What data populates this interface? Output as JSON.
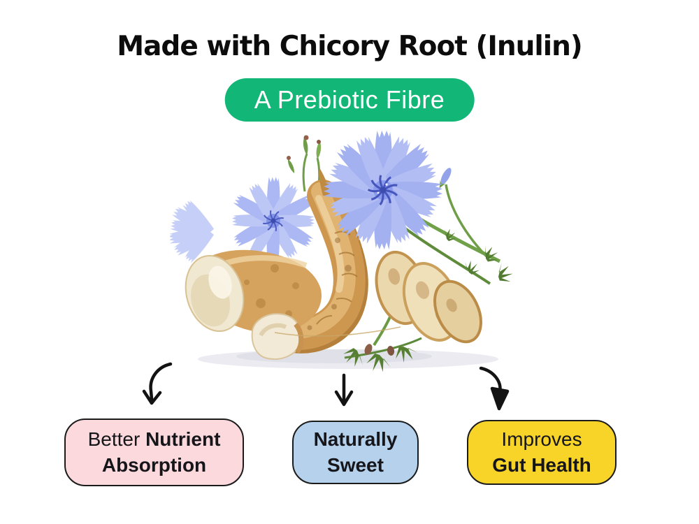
{
  "title": {
    "text": "Made with Chicory Root (Inulin)"
  },
  "badge": {
    "text": "A Prebiotic Fibre"
  },
  "hero": {
    "alt": "Chicory roots with cut slices and blue chicory flowers"
  },
  "colors": {
    "badge_green": "#12b676",
    "pink_box": "#fbd9dd",
    "blue_box": "#b5d1eb",
    "yellow_box": "#f8d328",
    "arrow": "#131313",
    "flower_blue": "#a7b5f1",
    "root_tan": "#d19a55"
  },
  "arrows": [
    {
      "name": "arrow-left",
      "shape": "curved-down-left"
    },
    {
      "name": "arrow-middle",
      "shape": "straight-down"
    },
    {
      "name": "arrow-right",
      "shape": "curved-down-right"
    }
  ],
  "benefits": [
    {
      "name": "better-nutrient-absorption",
      "line1_regular": "Better ",
      "line1_bold": "Nutrient",
      "line2_regular": "",
      "line2_bold": "Absorption",
      "bg": "#fbd9dd"
    },
    {
      "name": "naturally-sweet",
      "line1_regular": "",
      "line1_bold": "Naturally",
      "line2_regular": "",
      "line2_bold": "Sweet",
      "bg": "#b5d1eb"
    },
    {
      "name": "improves-gut-health",
      "line1_regular": "Improves",
      "line1_bold": "",
      "line2_regular": "",
      "line2_bold": "Gut Health",
      "bg": "#f8d328"
    }
  ]
}
